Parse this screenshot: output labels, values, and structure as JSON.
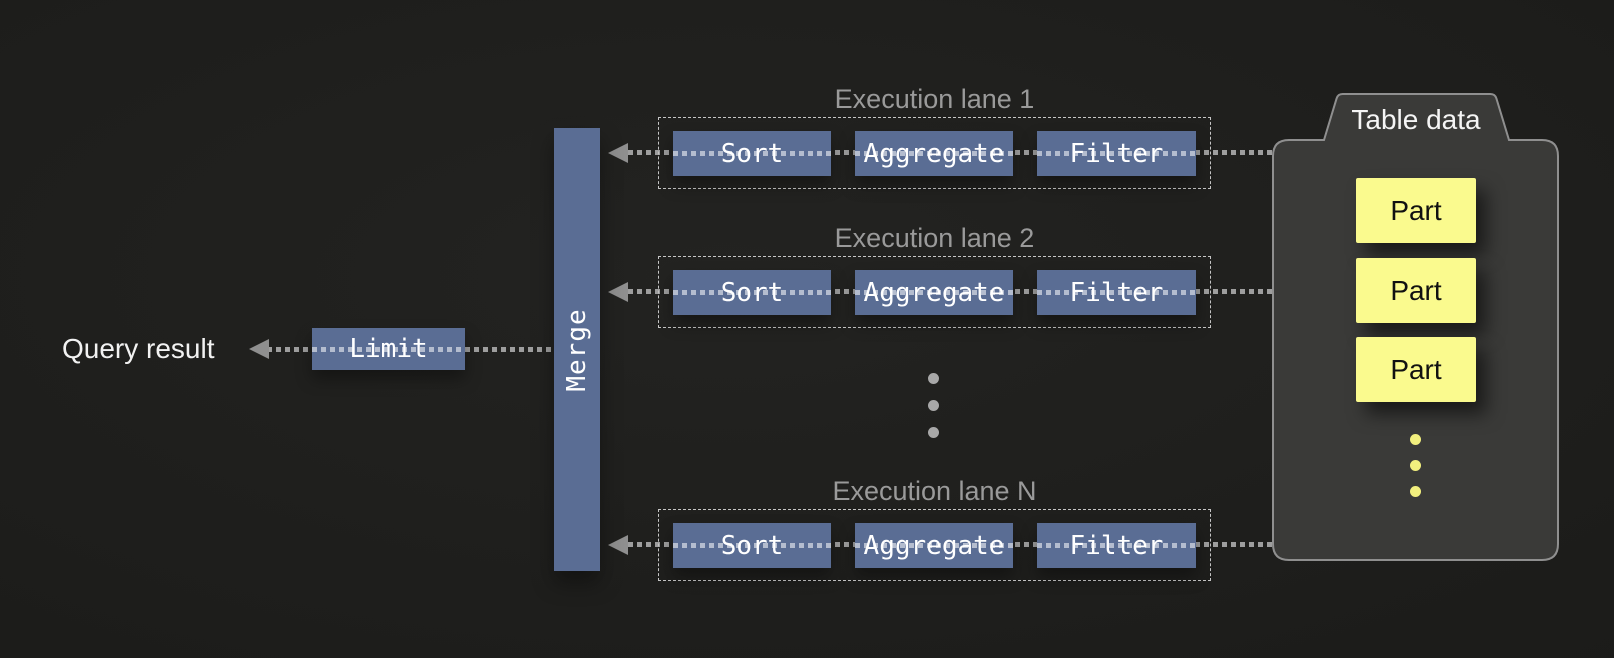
{
  "diagram": {
    "query_result_label": "Query result",
    "limit_node": "Limit",
    "merge_node": "Merge",
    "lanes": [
      {
        "label": "Execution lane 1",
        "operators": [
          "Sort",
          "Aggregate",
          "Filter"
        ]
      },
      {
        "label": "Execution lane 2",
        "operators": [
          "Sort",
          "Aggregate",
          "Filter"
        ]
      },
      {
        "label": "Execution lane N",
        "operators": [
          "Sort",
          "Aggregate",
          "Filter"
        ]
      }
    ],
    "table_data": {
      "label": "Table data",
      "parts": [
        "Part",
        "Part",
        "Part"
      ]
    },
    "colors": {
      "background": "#1c1c1a",
      "operator_blue": "#5a6d94",
      "part_yellow": "#fafa8e",
      "connector_gray": "#9e9e9e",
      "container_fill": "#3a3a38",
      "container_border": "#8f8f8f",
      "lane_label_gray": "#9a9a9a",
      "text_white": "#f2f2f2"
    }
  }
}
